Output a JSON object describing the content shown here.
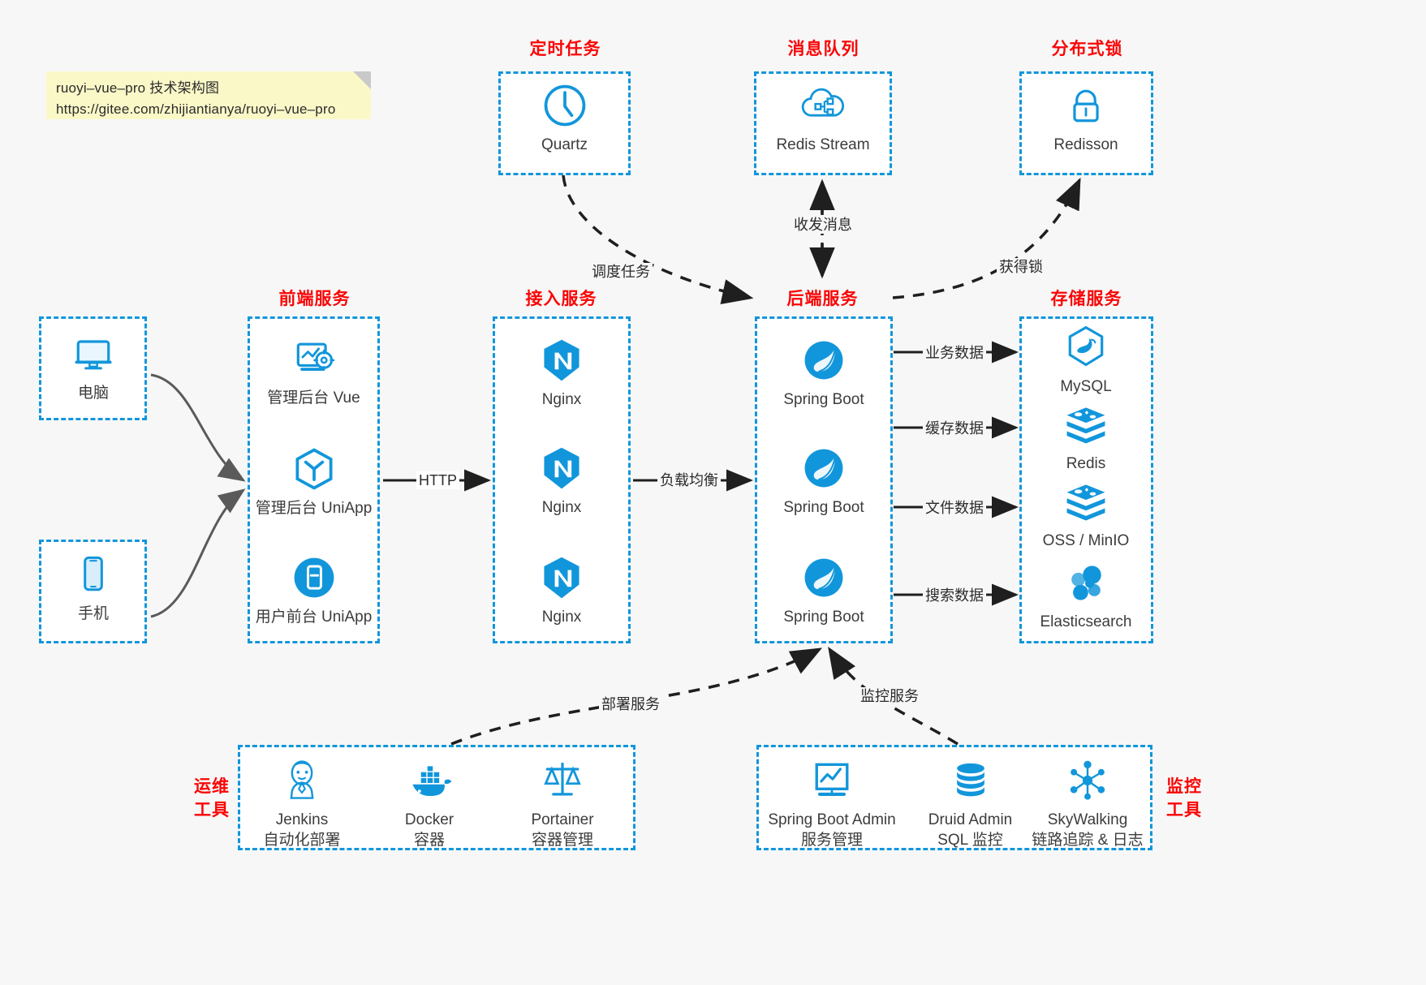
{
  "diagram": {
    "title": "ruoyi-vue-pro 技术架构图",
    "accent_blue": "#1296db",
    "accent_red": "#fa0505",
    "background": "#f7f7f7"
  },
  "note": {
    "line1": "ruoyi–vue–pro 技术架构图",
    "line2": "https://gitee.com/zhijiantianya/ruoyi–vue–pro"
  },
  "groups": {
    "scheduler": {
      "title": "定时任务"
    },
    "mq": {
      "title": "消息队列"
    },
    "lock": {
      "title": "分布式锁"
    },
    "frontend": {
      "title": "前端服务"
    },
    "gateway": {
      "title": "接入服务"
    },
    "backend": {
      "title": "后端服务"
    },
    "storage": {
      "title": "存储服务"
    },
    "devops": {
      "title_line1": "运维",
      "title_line2": "工具"
    },
    "monitor": {
      "title_line1": "监控",
      "title_line2": "工具"
    }
  },
  "nodes": {
    "quartz": {
      "label": "Quartz",
      "icon": "clock-icon"
    },
    "redis_stream": {
      "label": "Redis Stream",
      "icon": "cloud-node-icon"
    },
    "redisson": {
      "label": "Redisson",
      "icon": "lock-icon"
    },
    "computer": {
      "label": "电脑",
      "icon": "monitor-icon"
    },
    "phone": {
      "label": "手机",
      "icon": "smartphone-icon"
    },
    "admin_vue": {
      "label": "管理后台 Vue",
      "icon": "dashboard-gear-icon"
    },
    "admin_uniapp": {
      "label": "管理后台 UniApp",
      "icon": "uniapp-cube-icon"
    },
    "user_uniapp": {
      "label": "用户前台 UniApp",
      "icon": "mobile-app-icon"
    },
    "nginx1": {
      "label": "Nginx",
      "icon": "nginx-icon"
    },
    "nginx2": {
      "label": "Nginx",
      "icon": "nginx-icon"
    },
    "nginx3": {
      "label": "Nginx",
      "icon": "nginx-icon"
    },
    "springboot1": {
      "label": "Spring Boot",
      "icon": "spring-boot-icon"
    },
    "springboot2": {
      "label": "Spring Boot",
      "icon": "spring-boot-icon"
    },
    "springboot3": {
      "label": "Spring Boot",
      "icon": "spring-boot-icon"
    },
    "mysql": {
      "label": "MySQL",
      "icon": "mysql-dolphin-icon"
    },
    "redis": {
      "label": "Redis",
      "icon": "redis-stack-icon"
    },
    "oss": {
      "label": "OSS / MinIO",
      "icon": "redis-stack-icon"
    },
    "elasticsearch": {
      "label": "Elasticsearch",
      "icon": "elasticsearch-icon"
    },
    "jenkins": {
      "label": "Jenkins",
      "sublabel": "自动化部署",
      "icon": "jenkins-butler-icon"
    },
    "docker": {
      "label": "Docker",
      "sublabel": "容器",
      "icon": "docker-whale-icon"
    },
    "portainer": {
      "label": "Portainer",
      "sublabel": "容器管理",
      "icon": "portainer-scale-icon"
    },
    "sba": {
      "label": "Spring Boot Admin",
      "sublabel": "服务管理",
      "icon": "monitor-chart-icon"
    },
    "druid": {
      "label": "Druid Admin",
      "sublabel": "SQL 监控",
      "icon": "database-icon"
    },
    "skywalking": {
      "label": "SkyWalking",
      "sublabel": "链路追踪 & 日志",
      "icon": "skywalking-node-icon"
    }
  },
  "edges": {
    "http": "HTTP",
    "load_balance": "负载均衡",
    "schedule_task": "调度任务",
    "send_receive_message": "收发消息",
    "acquire_lock": "获得锁",
    "business_data": "业务数据",
    "cache_data": "缓存数据",
    "file_data": "文件数据",
    "search_data": "搜索数据",
    "deploy_service": "部署服务",
    "monitor_service": "监控服务"
  }
}
